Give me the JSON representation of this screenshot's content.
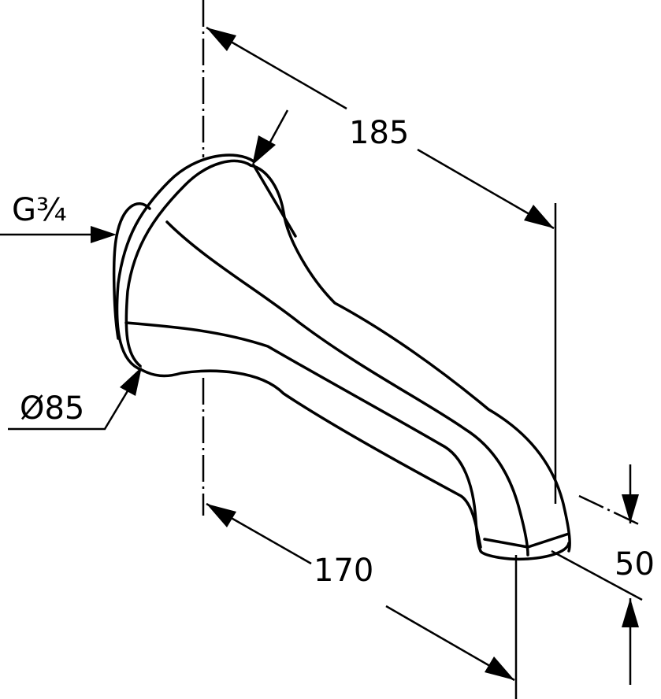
{
  "drawing": {
    "dimensions": {
      "overall_length": "185",
      "projection": "170",
      "height": "50",
      "thread": "G¾",
      "flange_diameter": "Ø85"
    },
    "line_color": "#000000",
    "background": "#ffffff"
  }
}
